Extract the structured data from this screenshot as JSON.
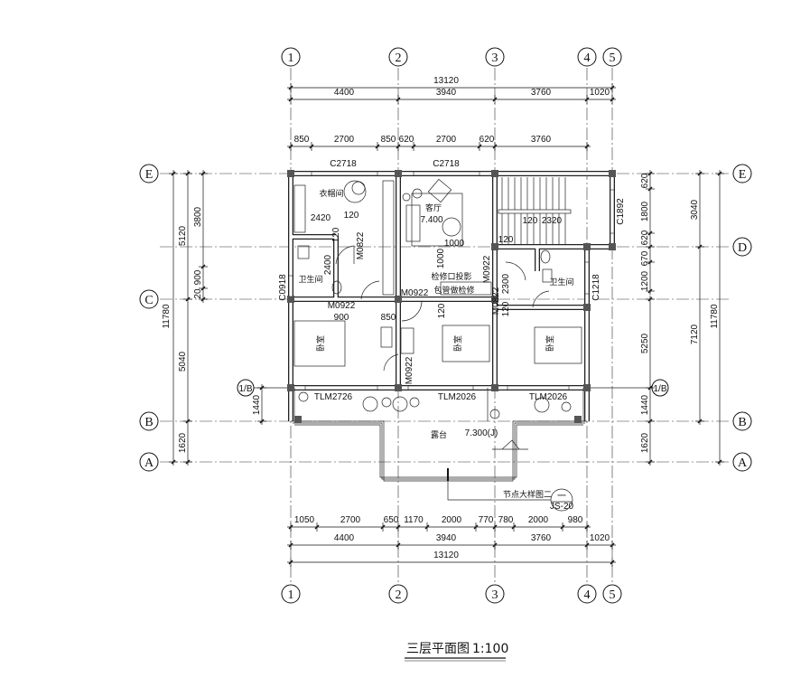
{
  "axes": {
    "columns": [
      "1",
      "2",
      "3",
      "4",
      "5"
    ],
    "rows": [
      "E",
      "D",
      "C",
      "1/B",
      "B",
      "A"
    ]
  },
  "dims": {
    "top_total": "13120",
    "top_mid": [
      "4400",
      "3940",
      "3760",
      "1020"
    ],
    "top_detail": [
      "850",
      "2700",
      "850",
      "620",
      "2700",
      "620",
      "3760"
    ],
    "bottom_detail": [
      "1050",
      "2700",
      "650",
      "1170",
      "2000",
      "770",
      "780",
      "2000",
      "980"
    ],
    "bottom_mid": [
      "4400",
      "3940",
      "3760",
      "1020"
    ],
    "bottom_total": "13120",
    "left": [
      "11780",
      "5120",
      "5040",
      "1620",
      "3800",
      "900",
      "20",
      "1440"
    ],
    "right": [
      "620",
      "1800",
      "620",
      "670",
      "1200",
      "5250",
      "1440",
      "1620",
      "3040",
      "7120",
      "11780"
    ],
    "interior": [
      "2420",
      "120",
      "120",
      "2400",
      "900",
      "850",
      "1000",
      "1000",
      "120",
      "2300",
      "120",
      "120",
      "2320",
      "120"
    ]
  },
  "rooms": {
    "wardrobe": "衣帽间",
    "bath_left": "卫生间",
    "living": "客厅",
    "living_elev": "7.400",
    "bed1": "卧室",
    "bed2": "卧室",
    "bed3": "卧室",
    "bath_right": "卫生间",
    "terrace": "露台",
    "terrace_elev": "7.300(J)"
  },
  "openings": [
    "C2718",
    "C2718",
    "C0918",
    "C1892",
    "C1218",
    "M0822",
    "M0922",
    "M0922",
    "M0922",
    "M0822",
    "M0922",
    "TLM2726",
    "TLM2026",
    "TLM2026"
  ],
  "notes": {
    "hatch": "检修口投影",
    "pipe": "包管做检修",
    "detail_ref": "节点大样图二",
    "detail_num": "一",
    "detail_sheet": "JS-20"
  },
  "title": {
    "name": "三层平面图",
    "scale": "1:100"
  }
}
